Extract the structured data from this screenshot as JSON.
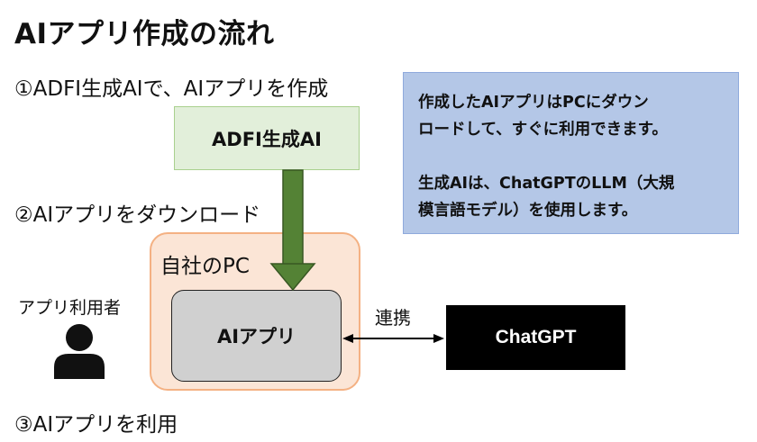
{
  "title": "AIアプリ作成の流れ",
  "steps": {
    "step1": "①ADFI生成AIで、AIアプリを作成",
    "step2": "②AIアプリをダウンロード",
    "step3": "③AIアプリを利用"
  },
  "boxes": {
    "adfi": "ADFI生成AI",
    "pc_label": "自社のPC",
    "ai_app": "AIアプリ",
    "chatgpt": "ChatGPT"
  },
  "user_label": "アプリ利用者",
  "link_label": "連携",
  "note": {
    "line1": "作成したAIアプリはPCにダウン",
    "line2": "ロードして、すぐに利用できます。",
    "line3": "生成AIは、ChatGPTのLLM（大規",
    "line4": "模言語モデル）を使用します。"
  },
  "colors": {
    "adfi_fill": "#e2efda",
    "pc_fill": "#fbe5d6",
    "pc_border": "#f4b183",
    "app_fill": "#d0d0d0",
    "note_fill": "#b4c7e7",
    "download_arrow": "#548235",
    "chatgpt_fill": "#000000"
  },
  "icons": {
    "user": "person-icon",
    "download": "down-arrow",
    "link": "double-arrow"
  }
}
